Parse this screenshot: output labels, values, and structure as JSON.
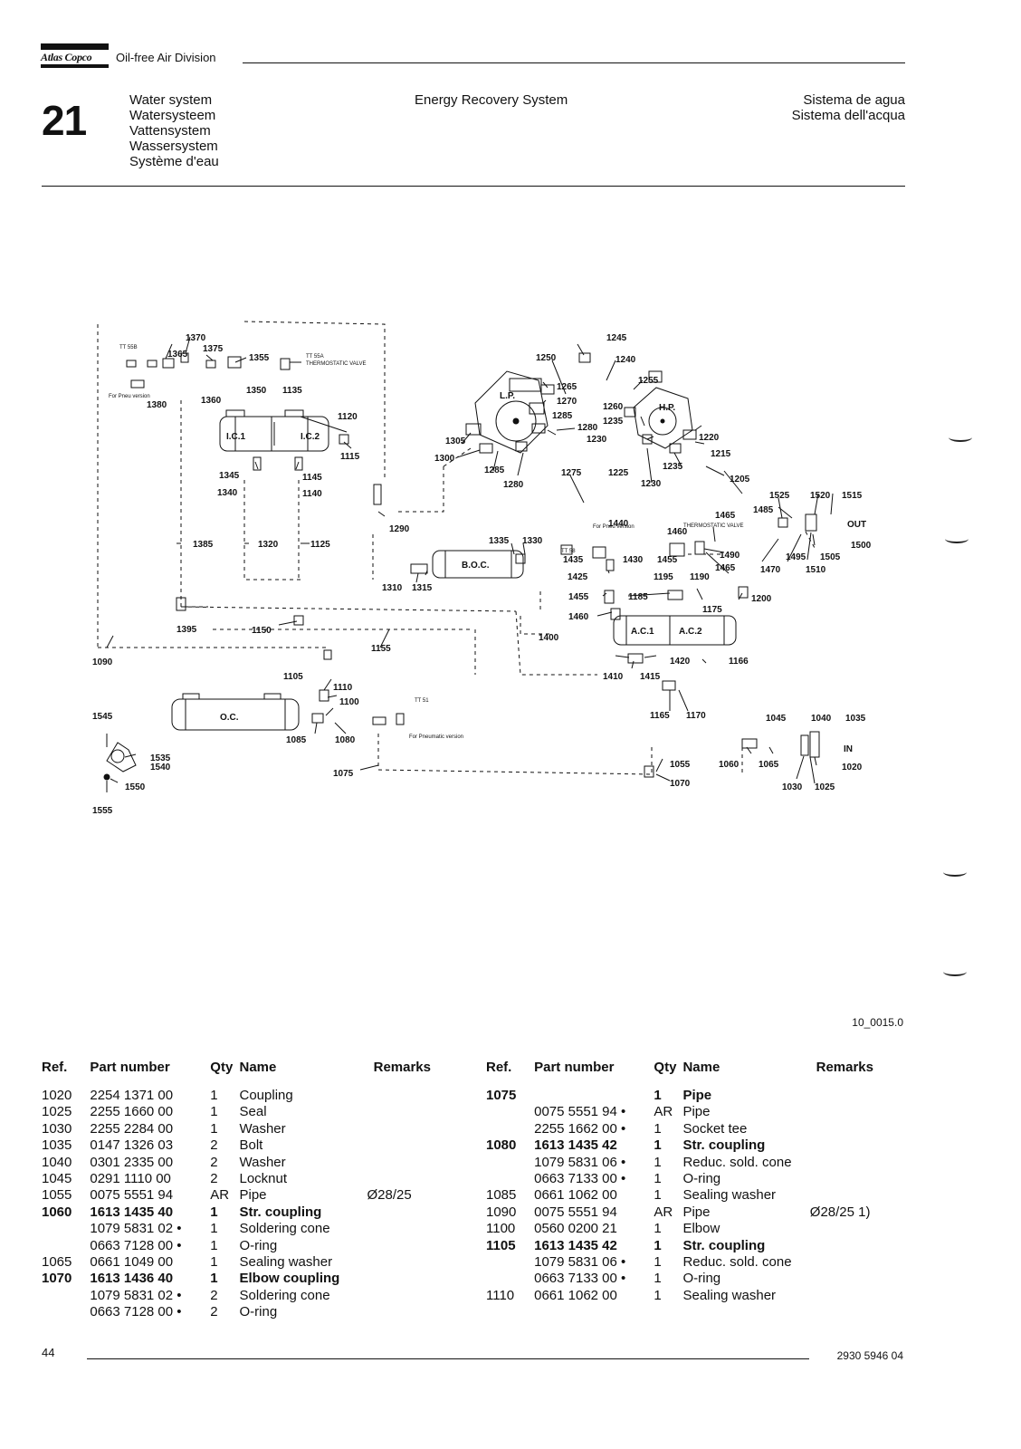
{
  "header": {
    "logo": "Atlas Copco",
    "division": "Oil-free Air Division",
    "chapter": "21",
    "titles_left": [
      "Water system",
      "Watersysteem",
      "Vattensystem",
      "Wassersystem",
      "Système d'eau"
    ],
    "title_center": "Energy Recovery System",
    "titles_right": [
      "Sistema de agua",
      "Sistema dell'acqua"
    ]
  },
  "diagram": {
    "labels": {
      "l1020": "1020",
      "l1025": "1025",
      "l1030": "1030",
      "l1035": "1035",
      "l1040": "1040",
      "l1045": "1045",
      "l1055": "1055",
      "l1060": "1060",
      "l1065": "1065",
      "l1070": "1070",
      "l1075": "1075",
      "l1080": "1080",
      "l1085": "1085",
      "l1090": "1090",
      "l1100": "1100",
      "l1105": "1105",
      "l1110": "1110",
      "l1115": "1115",
      "l1120": "1120",
      "l1125": "1125",
      "l1135": "1135",
      "l1140": "1140",
      "l1145": "1145",
      "l1150": "1150",
      "l1155": "1155",
      "l1165": "1165",
      "l1166": "1166",
      "l1170": "1170",
      "l1175": "1175",
      "l1185": "1185",
      "l1190": "1190",
      "l1195": "1195",
      "l1200": "1200",
      "l1205": "1205",
      "l1215": "1215",
      "l1220": "1220",
      "l1225": "1225",
      "l1230": "1230",
      "l1230b": "1230",
      "l1235": "1235",
      "l1235b": "1235",
      "l1240": "1240",
      "l1245": "1245",
      "l1250": "1250",
      "l1255": "1255",
      "l1260": "1260",
      "l1265": "1265",
      "l1270": "1270",
      "l1275": "1275",
      "l1280": "1280",
      "l1280b": "1280",
      "l1285": "1285",
      "l1285b": "1285",
      "l1290": "1290",
      "l1300": "1300",
      "l1305": "1305",
      "l1310": "1310",
      "l1315": "1315",
      "l1320": "1320",
      "l1330": "1330",
      "l1335": "1335",
      "l1340": "1340",
      "l1345": "1345",
      "l1350": "1350",
      "l1355": "1355",
      "l1360": "1360",
      "l1365": "1365",
      "l1370": "1370",
      "l1375": "1375",
      "l1380": "1380",
      "l1385": "1385",
      "l1395": "1395",
      "l1400": "1400",
      "l1410": "1410",
      "l1415": "1415",
      "l1420": "1420",
      "l1425": "1425",
      "l1430": "1430",
      "l1435": "1435",
      "l1440": "1440",
      "l1455": "1455",
      "l1455b": "1455",
      "l1460": "1460",
      "l1460b": "1460",
      "l1465": "1465",
      "l1465b": "1465",
      "l1470": "1470",
      "l1485": "1485",
      "l1490": "1490",
      "l1495": "1495",
      "l1500": "1500",
      "l1505": "1505",
      "l1510": "1510",
      "l1515": "1515",
      "l1520": "1520",
      "l1525": "1525",
      "l1535": "1535",
      "l1540": "1540",
      "l1545": "1545",
      "l1550": "1550",
      "l1555": "1555"
    },
    "components": {
      "ic1": "I.C.1",
      "ic2": "I.C.2",
      "boc": "B.O.C.",
      "ac1": "A.C.1",
      "ac2": "A.C.2",
      "oc": "O.C.",
      "lp": "L.P.",
      "hp": "H.P.",
      "out": "OUT",
      "in": "IN"
    },
    "notes": {
      "t1": "TT 55B",
      "t2": "TT 55A",
      "thermo": "THERMOSTATIC VALVE",
      "pneu1": "For Pneu version",
      "pneu2": "For Pneu version",
      "t3": "TT 58",
      "thermo2": "THERMOSTATIC VALVE",
      "t4": "TT 51",
      "pneu3": "For Pneumatic version"
    },
    "figure_ref": "10_0015.0"
  },
  "table_headers": {
    "ref": "Ref.",
    "part": "Part number",
    "qty": "Qty",
    "name": "Name",
    "remarks": "Remarks"
  },
  "parts_left": [
    {
      "ref": "1020",
      "part": "2254 1371 00",
      "qty": "1",
      "name": "Coupling",
      "remarks": "",
      "bold": false,
      "bullet": false
    },
    {
      "ref": "1025",
      "part": "2255 1660 00",
      "qty": "1",
      "name": "Seal",
      "remarks": "",
      "bold": false,
      "bullet": false
    },
    {
      "ref": "1030",
      "part": "2255 2284 00",
      "qty": "1",
      "name": "Washer",
      "remarks": "",
      "bold": false,
      "bullet": false
    },
    {
      "ref": "1035",
      "part": "0147 1326 03",
      "qty": "2",
      "name": "Bolt",
      "remarks": "",
      "bold": false,
      "bullet": false
    },
    {
      "ref": "1040",
      "part": "0301 2335 00",
      "qty": "2",
      "name": "Washer",
      "remarks": "",
      "bold": false,
      "bullet": false
    },
    {
      "ref": "1045",
      "part": "0291 1110 00",
      "qty": "2",
      "name": "Locknut",
      "remarks": "",
      "bold": false,
      "bullet": false
    },
    {
      "ref": "1055",
      "part": "0075 5551 94",
      "qty": "AR",
      "name": "Pipe",
      "remarks": "Ø28/25",
      "bold": false,
      "bullet": false
    },
    {
      "ref": "1060",
      "part": "1613 1435 40",
      "qty": "1",
      "name": "Str. coupling",
      "remarks": "",
      "bold": true,
      "bullet": false
    },
    {
      "ref": "",
      "part": "1079 5831 02",
      "qty": "1",
      "name": "Soldering cone",
      "remarks": "",
      "bold": false,
      "bullet": true
    },
    {
      "ref": "",
      "part": "0663 7128 00",
      "qty": "1",
      "name": "O-ring",
      "remarks": "",
      "bold": false,
      "bullet": true
    },
    {
      "ref": "1065",
      "part": "0661 1049 00",
      "qty": "1",
      "name": "Sealing washer",
      "remarks": "",
      "bold": false,
      "bullet": false
    },
    {
      "ref": "1070",
      "part": "1613 1436 40",
      "qty": "1",
      "name": "Elbow coupling",
      "remarks": "",
      "bold": true,
      "bullet": false
    },
    {
      "ref": "",
      "part": "1079 5831 02",
      "qty": "2",
      "name": "Soldering cone",
      "remarks": "",
      "bold": false,
      "bullet": true
    },
    {
      "ref": "",
      "part": "0663 7128 00",
      "qty": "2",
      "name": "O-ring",
      "remarks": "",
      "bold": false,
      "bullet": true
    }
  ],
  "parts_right": [
    {
      "ref": "1075",
      "part": "",
      "qty": "1",
      "name": "Pipe",
      "remarks": "",
      "bold": true,
      "bullet": false
    },
    {
      "ref": "",
      "part": "0075 5551 94",
      "qty": "AR",
      "name": "Pipe",
      "remarks": "",
      "bold": false,
      "bullet": true
    },
    {
      "ref": "",
      "part": "2255 1662 00",
      "qty": "1",
      "name": "Socket tee",
      "remarks": "",
      "bold": false,
      "bullet": true
    },
    {
      "ref": "1080",
      "part": "1613 1435 42",
      "qty": "1",
      "name": "Str. coupling",
      "remarks": "",
      "bold": true,
      "bullet": false
    },
    {
      "ref": "",
      "part": "1079 5831 06",
      "qty": "1",
      "name": "Reduc. sold. cone",
      "remarks": "",
      "bold": false,
      "bullet": true
    },
    {
      "ref": "",
      "part": "0663 7133 00",
      "qty": "1",
      "name": "O-ring",
      "remarks": "",
      "bold": false,
      "bullet": true
    },
    {
      "ref": "1085",
      "part": "0661 1062 00",
      "qty": "1",
      "name": "Sealing washer",
      "remarks": "",
      "bold": false,
      "bullet": false
    },
    {
      "ref": "1090",
      "part": "0075 5551 94",
      "qty": "AR",
      "name": "Pipe",
      "remarks": "Ø28/25   1)",
      "bold": false,
      "bullet": false
    },
    {
      "ref": "1100",
      "part": "0560 0200 21",
      "qty": "1",
      "name": "Elbow",
      "remarks": "",
      "bold": false,
      "bullet": false
    },
    {
      "ref": "1105",
      "part": "1613 1435 42",
      "qty": "1",
      "name": "Str. coupling",
      "remarks": "",
      "bold": true,
      "bullet": false
    },
    {
      "ref": "",
      "part": "1079 5831 06",
      "qty": "1",
      "name": "Reduc. sold. cone",
      "remarks": "",
      "bold": false,
      "bullet": true
    },
    {
      "ref": "",
      "part": "0663 7133 00",
      "qty": "1",
      "name": "O-ring",
      "remarks": "",
      "bold": false,
      "bullet": true
    },
    {
      "ref": "1110",
      "part": "0661 1062 00",
      "qty": "1",
      "name": "Sealing washer",
      "remarks": "",
      "bold": false,
      "bullet": false
    }
  ],
  "footer": {
    "page_number": "44",
    "doc_number": "2930  5946 04"
  }
}
